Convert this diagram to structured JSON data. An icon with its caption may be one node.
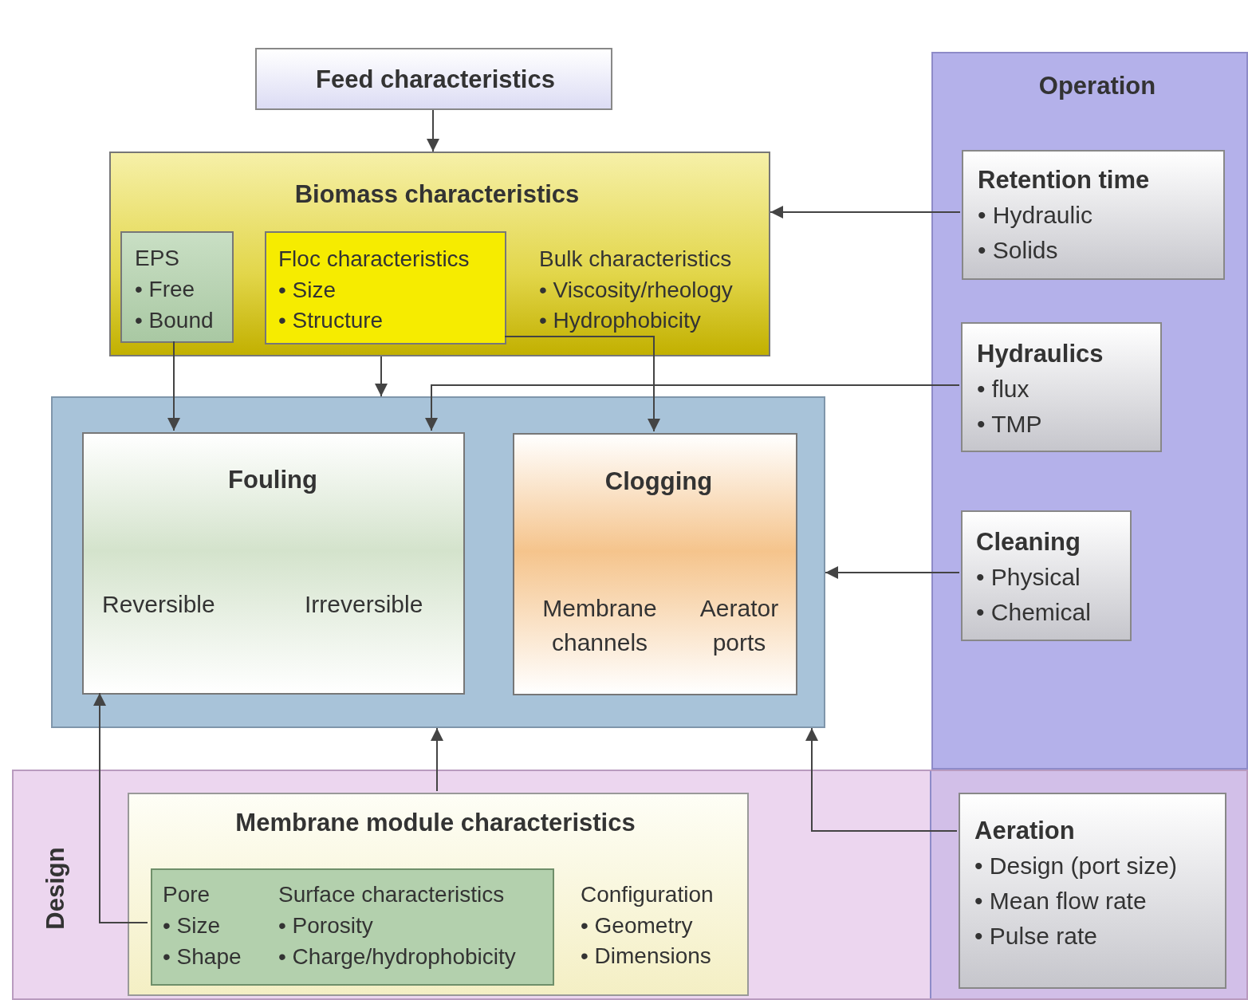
{
  "diagram": {
    "nodes": [
      {
        "text": [
          "Feed characteristics"
        ]
      },
      {
        "text": [
          "Operation"
        ]
      },
      {
        "text": [
          "Retention time",
          "• Hydraulic",
          "• Solids"
        ],
        "in": 1
      },
      {
        "text": [
          "Hydraulics",
          "• flux",
          "• TMP"
        ],
        "in": 1
      },
      {
        "text": [
          "Cleaning",
          "• Physical",
          "• Chemical"
        ],
        "in": 1
      },
      {
        "text": [
          "Biomass characteristics",
          "Bulk characteristics",
          "• Viscosity/rheology",
          "• Hydrophobicity"
        ]
      },
      {
        "text": [
          "EPS",
          "• Free",
          "• Bound"
        ],
        "in": 5
      },
      {
        "text": [
          "Floc characteristics",
          "• Size",
          "• Structure"
        ],
        "in": 5
      },
      {
        "text": [],
        "shape": "box"
      },
      {
        "text": [
          "Fouling",
          "Reversible",
          "Irreversible"
        ],
        "in": 8
      },
      {
        "text": [
          "Clogging",
          "Membrane channels",
          "Aerator ports"
        ],
        "in": 8
      },
      {
        "text": [
          "Design"
        ]
      },
      {
        "text": [
          "Membrane module characteristics",
          "Configuration",
          "• Geometry",
          "• Dimensions"
        ],
        "in": 11
      },
      {
        "text": [
          "Pore",
          "• Size",
          "• Shape",
          "Surface characteristics",
          "• Porosity",
          "• Charge/hydrophobicity"
        ],
        "in": 12
      },
      {
        "text": [
          "Aeration",
          "• Design (port size)",
          "• Mean flow rate",
          "• Pulse rate"
        ],
        "in": 11
      }
    ],
    "edges": [
      {
        "from": 0,
        "to": 5,
        "arrow": "to"
      },
      {
        "from": 5,
        "to": 8,
        "arrow": "to"
      },
      {
        "from": 6,
        "to": 9,
        "arrow": "to"
      },
      {
        "from": 3,
        "to": 9,
        "arrow": "to"
      },
      {
        "from": 7,
        "to": 10,
        "arrow": "to"
      },
      {
        "from": 2,
        "to": 5,
        "arrow": "to"
      },
      {
        "from": 4,
        "to": 8,
        "arrow": "to"
      },
      {
        "from": 12,
        "to": 8,
        "arrow": "to"
      },
      {
        "from": 13,
        "to": 9,
        "arrow": "to"
      },
      {
        "from": 14,
        "to": 8,
        "arrow": "to"
      }
    ]
  }
}
